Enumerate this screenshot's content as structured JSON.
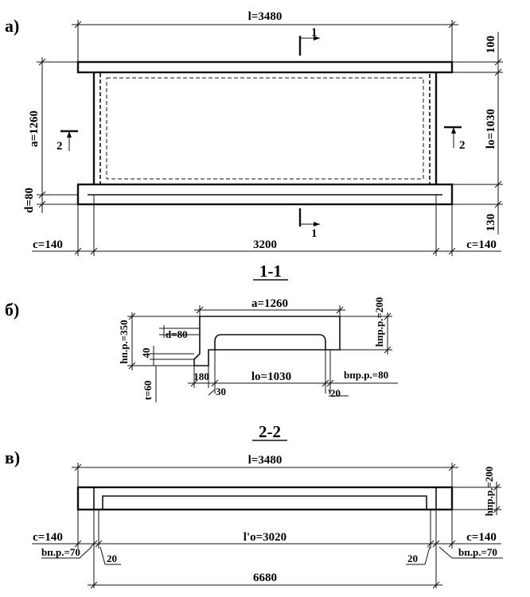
{
  "parts": {
    "a": "а)",
    "b": "б)",
    "v": "в)"
  },
  "plan": {
    "l": "l=3480",
    "mark1": "1",
    "mark2": "2",
    "a": "a=1260",
    "d": "d=80",
    "lo": "lo=1030",
    "top_100": "100",
    "bottom_130": "130",
    "c_left": "c=140",
    "c_right": "c=140",
    "span_3200": "3200"
  },
  "section_1_1": {
    "title": "1-1",
    "a": "a=1260",
    "h_pr": "hпр.р.=200",
    "h_pl": "hп.р.=350",
    "d": "d=80",
    "v40": "40",
    "t": "t=60",
    "v180": "180",
    "v30": "30",
    "lo": "lo=1030",
    "v20": "20",
    "b_pr": "bпр.р.=80"
  },
  "section_2_2": {
    "title": "2-2",
    "l": "l=3480",
    "h_pr": "hпр.р.=200",
    "c_left": "c=140",
    "c_right": "c=140",
    "lo_prime": "l'o=3020",
    "b_left": "bп.р.=70",
    "b_right": "bп.р.=70",
    "v20_left": "20",
    "v20_right": "20",
    "total": "6680"
  }
}
